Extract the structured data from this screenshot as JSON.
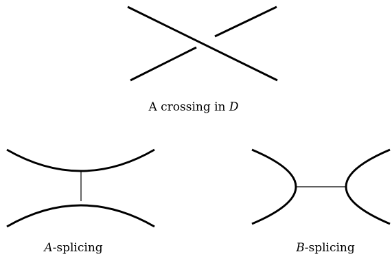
{
  "captions": {
    "crossing_text": "A crossing in ",
    "crossing_var": "D",
    "a_var": "A",
    "a_suffix": "-splicing",
    "b_var": "B",
    "b_suffix": "-splicing"
  },
  "colors": {
    "stroke": "#000000",
    "background": "#ffffff"
  }
}
